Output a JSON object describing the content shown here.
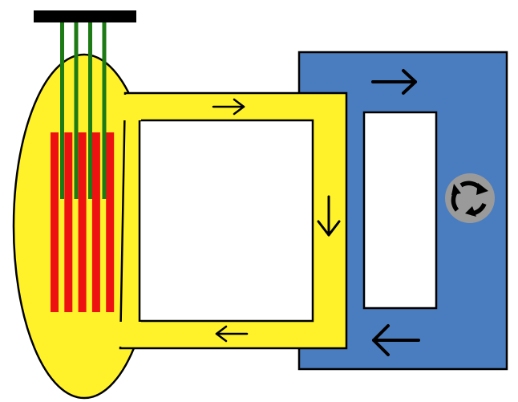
{
  "diagram": {
    "colors": {
      "background": "#ffffff",
      "vessel_fill": "#fff22a",
      "loop_fill": "#fff22a",
      "outline": "#000000",
      "exchanger_fill": "#4a7dbf",
      "exchanger_window": "#ffffff",
      "fuel_rods": "#ee1111",
      "control_rods": "#1d7a14",
      "rod_drive_bar": "#000000",
      "flow_arrows": "#000000",
      "pump_body": "#9a9a9a",
      "pump_arrows": "#000000"
    },
    "components": {
      "reactor_vessel": {
        "icon": "ellipse"
      },
      "control_rod_drive": {
        "icon": "bar"
      },
      "control_rods": {
        "count": 4
      },
      "fuel_rods": {
        "count": 5
      },
      "primary_loop": {
        "icon": "yellow-pipe-loop"
      },
      "heat_exchanger": {
        "icon": "blue-rectangle"
      },
      "pump": {
        "icon": "circular-arrows-icon"
      }
    },
    "flow_arrows": [
      {
        "id": "primary-top",
        "direction": "right"
      },
      {
        "id": "primary-right",
        "direction": "down"
      },
      {
        "id": "primary-bottom",
        "direction": "left"
      },
      {
        "id": "secondary-top",
        "direction": "right"
      },
      {
        "id": "secondary-bottom",
        "direction": "left"
      }
    ]
  }
}
